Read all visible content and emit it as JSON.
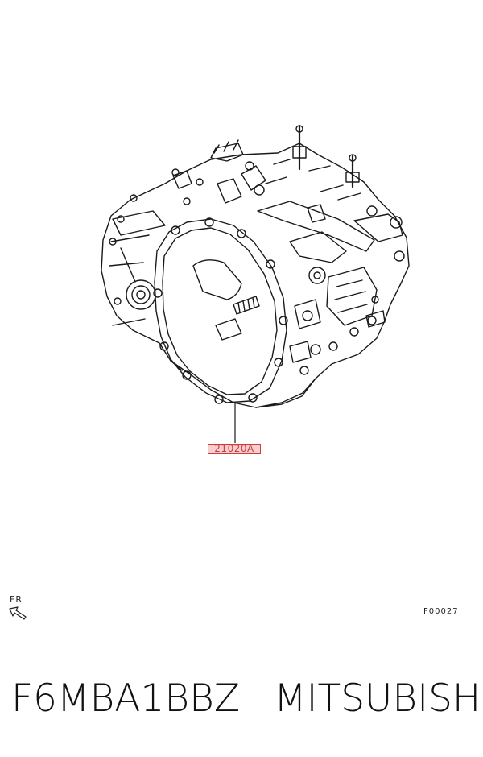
{
  "part": {
    "callout_code": "21020A"
  },
  "orientation": {
    "label": "FR",
    "icon": "front-direction-arrow-icon"
  },
  "figure": {
    "code": "F00027"
  },
  "footer": {
    "model_code": "F6MBA1BBZ",
    "brand": "MITSUBISHI"
  },
  "colors": {
    "callout_highlight": "#d23b3b",
    "line_art": "#1a1a1a"
  }
}
